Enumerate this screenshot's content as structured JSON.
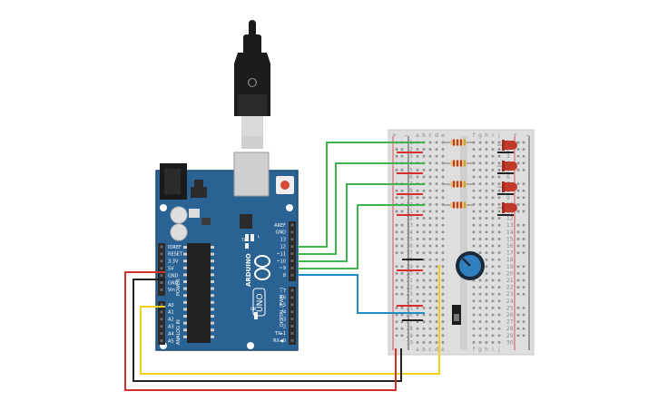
{
  "usb": {
    "symbol": "⭘"
  },
  "arduino": {
    "brand": "ARDUINO",
    "model": "UNO",
    "power_label": "POWER",
    "analog_label": "ANALOG IN",
    "digital_label": "DIGITAL (PWM ~)",
    "on_label": "ON",
    "l_label": "L",
    "tx_label": "TX",
    "rx_label": "RX",
    "power_pins": [
      "IOREF",
      "RESET",
      "3.3V",
      "5V",
      "GND",
      "GND",
      "Vin"
    ],
    "analog_pins": [
      "A0",
      "A1",
      "A2",
      "A3",
      "A4",
      "A5"
    ],
    "digital_top_pins": [
      "AREF",
      "GND",
      "13",
      "12",
      "~11",
      "~10",
      "~9",
      "8"
    ],
    "digital_bottom_pins": [
      "7",
      "~6",
      "~5",
      "4",
      "~3",
      "2",
      "TX▸1",
      "RX◀0"
    ],
    "colors": {
      "board": "#2a6293",
      "board_edge": "#1d4c75",
      "header": "#2b2b2b"
    }
  },
  "breadboard": {
    "column_letters_left": [
      "a",
      "b",
      "c",
      "d",
      "e"
    ],
    "column_letters_right": [
      "f",
      "g",
      "h",
      "i",
      "j"
    ],
    "row_numbers": [
      "1",
      "2",
      "3",
      "4",
      "5",
      "6",
      "7",
      "8",
      "9",
      "10",
      "11",
      "12",
      "13",
      "14",
      "15",
      "16",
      "17",
      "18",
      "19",
      "20",
      "21",
      "22",
      "23",
      "24",
      "25",
      "26",
      "27",
      "28",
      "29",
      "30"
    ],
    "plus": "+",
    "minus": "−"
  },
  "components": {
    "resistors": 4,
    "leds": 4,
    "potentiometer": 1,
    "switch": 1
  },
  "wire_colors": {
    "green": "#3cb44b",
    "blue": "#1f8dc1",
    "yellow": "#f2d01b",
    "red": "#d32f2f",
    "black": "#222222"
  }
}
